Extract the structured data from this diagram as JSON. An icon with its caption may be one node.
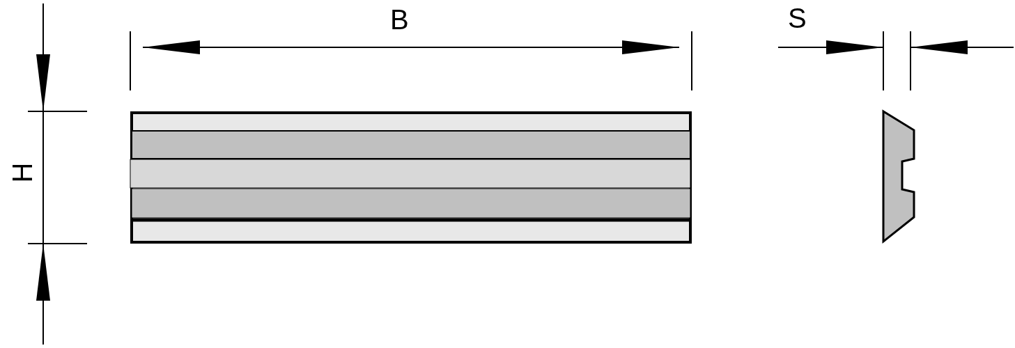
{
  "diagram": {
    "labels": [
      "B",
      "S",
      "H"
    ]
  }
}
